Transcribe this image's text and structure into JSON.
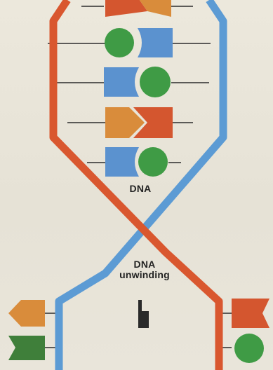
{
  "labels": {
    "dna": "DNA",
    "unwinding_line1": "DNA",
    "unwinding_line2": "unwinding"
  },
  "colors": {
    "background": "#e9e5d9",
    "strand_red": "#d9572f",
    "strand_blue": "#5c9bd4",
    "base_green": "#3f9b45",
    "base_blue": "#5b92cf",
    "base_orange": "#d98c3b",
    "base_red": "#d4562f",
    "bond_line": "#2c2c2c",
    "text": "#232323"
  },
  "icons": {
    "enzyme": "unwinding-enzyme-icon",
    "base_shapes": [
      "circle",
      "notched-square",
      "pentagon-arrow",
      "notched-flag",
      "pennant",
      "flag"
    ]
  }
}
